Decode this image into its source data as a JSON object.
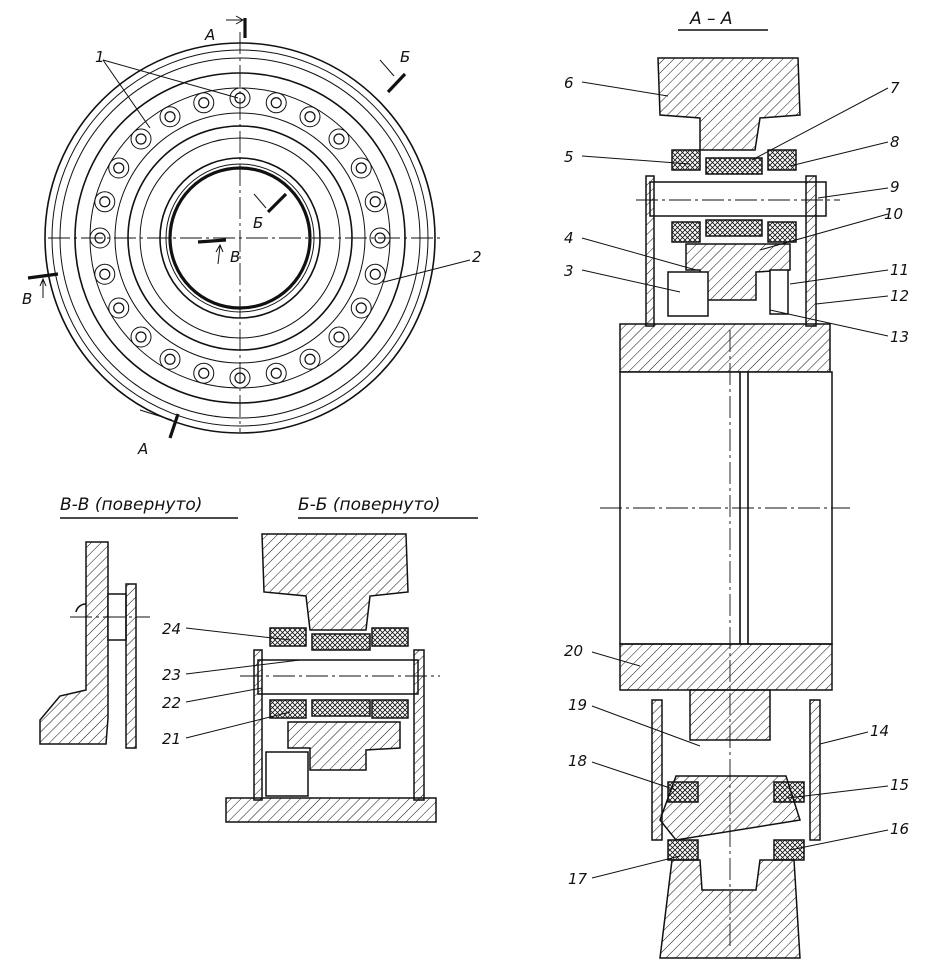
{
  "sections": {
    "aa": "А – А",
    "vv": "В-В (повернуто)",
    "bb": "Б-Б (повернуто)"
  },
  "cut_marks": {
    "a_top": "А",
    "a_bottom": "А",
    "b_top": "Б",
    "b_inner": "Б",
    "v_inner": "В",
    "v_left": "В"
  },
  "callouts": [
    "1",
    "2",
    "3",
    "4",
    "5",
    "6",
    "7",
    "8",
    "9",
    "10",
    "11",
    "12",
    "13",
    "14",
    "15",
    "16",
    "17",
    "18",
    "19",
    "20",
    "21",
    "22",
    "23",
    "24"
  ]
}
